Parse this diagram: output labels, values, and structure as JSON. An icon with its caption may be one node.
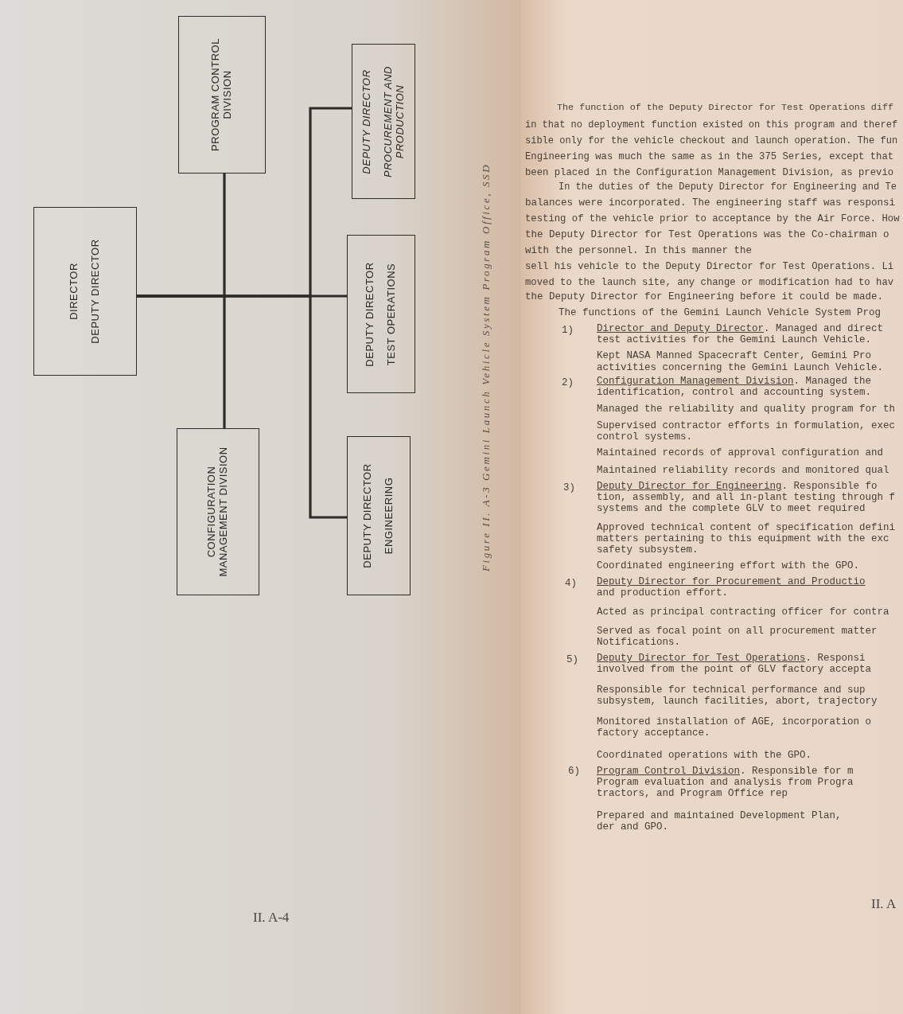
{
  "diagram": {
    "caption": "Figure II. A-3 Gemini Launch Vehicle System Program Office, SSD",
    "nodes": [
      {
        "text": [
          "DIRECTOR",
          "DEPUTY DIRECTOR"
        ]
      },
      {
        "text": [
          "PROGRAM CONTROL DIVISION"
        ]
      },
      {
        "text": [
          "CONFIGURATION MANAGEMENT DIVISION"
        ]
      },
      {
        "text": [
          "DEPUTY DIRECTOR",
          "PROCUREMENT AND PRODUCTION"
        ]
      },
      {
        "text": [
          "DEPUTY DIRECTOR",
          "TEST OPERATIONS"
        ]
      },
      {
        "text": [
          "DEPUTY DIRECTOR",
          "ENGINEERING"
        ]
      }
    ],
    "edges": [
      {
        "from": 0,
        "to": 1,
        "arrow": "none"
      },
      {
        "from": 0,
        "to": 2,
        "arrow": "none"
      },
      {
        "from": 0,
        "to": 3,
        "arrow": "none"
      },
      {
        "from": 0,
        "to": 4,
        "arrow": "none"
      },
      {
        "from": 0,
        "to": 5,
        "arrow": "none"
      }
    ],
    "labels": [
      "II. A-4",
      "The function of the Deputy Director for Test Operations diff",
      "in that no deployment function existed on this program and theref",
      "sible only for the vehicle checkout and launch operation.  The fun",
      "Engineering was much the same as in the 375 Series, except that",
      "been placed in the Configuration Management Division, as previo",
      "In the duties of the Deputy Director for Engineering and Te",
      "balances were incorporated.  The engineering staff was responsi",
      "testing of the vehicle prior to acceptance by the Air Force.  How",
      "the Deputy Director for Test Operations was the Co-chairman o",
      "with the personnel.  In this manner the",
      "sell his vehicle to the Deputy Director for Test Operations.  Li",
      "moved to the launch site, any change or modification had to hav",
      "the Deputy Director for Engineering before it could be made.",
      "The functions of the Gemini Launch Vehicle System Prog",
      "1)",
      "Director and Deputy Director.  Managed and direct",
      "test activities for the Gemini Launch Vehicle.",
      "Kept NASA Manned Spacecraft Center, Gemini Pro",
      "activities concerning the Gemini Launch Vehicle.",
      "2)",
      "Configuration Management Division.  Managed the",
      "identification, control and accounting system.",
      "Managed the reliability and quality program for th",
      "Supervised contractor efforts in formulation, exec",
      "control systems.",
      "Maintained records of approval configuration and",
      "Maintained reliability records and monitored qual",
      "3)",
      "Deputy Director for Engineering.  Responsible fo",
      "tion, assembly, and all in-plant testing through f",
      "systems and the complete GLV to meet required",
      "Approved technical content of specification defini",
      "matters pertaining to this equipment with the exc",
      "safety subsystem.",
      "Coordinated engineering effort with the GPO.",
      "4)",
      "Deputy Director for Procurement and Productio",
      "and production effort.",
      "Acted as principal contracting officer for contra",
      "Served as focal point on all procurement matter",
      "Notifications.",
      "5)",
      "Deputy Director for Test Operations.  Responsi",
      "involved from the point of GLV factory accepta",
      "Responsible for technical performance and sup",
      "subsystem, launch facilities, abort, trajectory",
      "Monitored installation of AGE, incorporation o",
      "factory acceptance.",
      "Coordinated operations with the GPO.",
      "6)",
      "Program Control Division.  Responsible for m",
      "Program evaluation and analysis from Progra",
      "tractors, and Program Office rep",
      "Prepared and maintained Development Plan,",
      "der and GPO.",
      "II. A"
    ]
  }
}
